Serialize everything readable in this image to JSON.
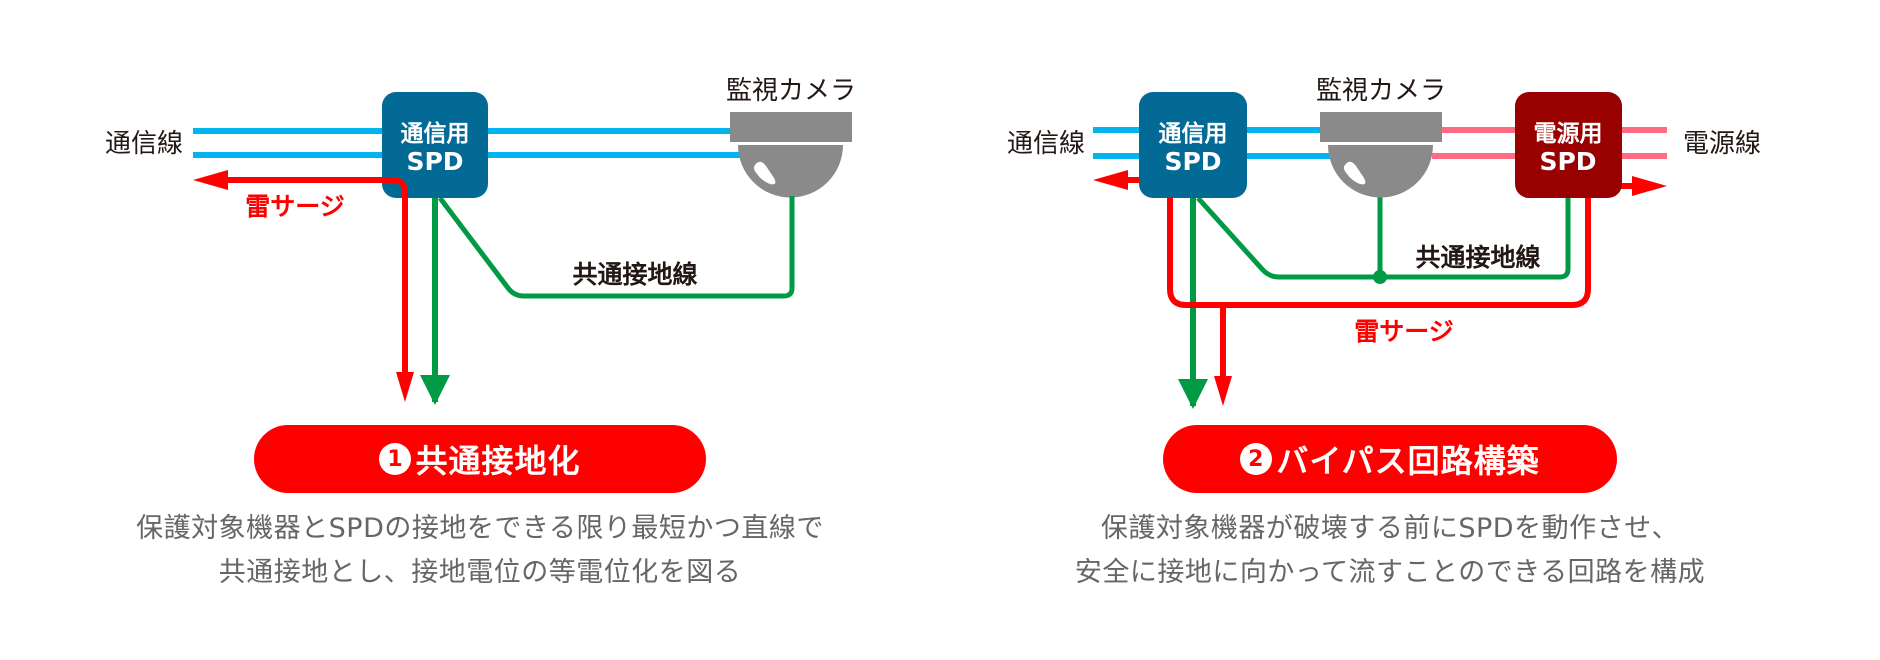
{
  "colors": {
    "comm_spd": "#036a96",
    "power_spd": "#990000",
    "comm_line": "#00b4f0",
    "power_line": "#ff6b82",
    "ground_line": "#009a44",
    "surge": "#ff0000",
    "camera": "#8a8a8a",
    "pill": "#ff0000",
    "desc_text": "#666666",
    "label_text": "#231815"
  },
  "left": {
    "comm_line_label": "通信線",
    "spd_label_line1": "通信用",
    "spd_label_line2": "SPD",
    "camera_label": "監視カメラ",
    "surge_label": "雷サージ",
    "ground_label": "共通接地線",
    "pill_number": "1",
    "pill_title": "共通接地化",
    "desc_line1": "保護対象機器とSPDの接地をできる限り最短かつ直線で",
    "desc_line2": "共通接地とし、接地電位の等電位化を図る"
  },
  "right": {
    "comm_line_label": "通信線",
    "comm_spd_line1": "通信用",
    "comm_spd_line2": "SPD",
    "camera_label": "監視カメラ",
    "power_spd_line1": "電源用",
    "power_spd_line2": "SPD",
    "power_line_label": "電源線",
    "ground_label": "共通接地線",
    "surge_label": "雷サージ",
    "pill_number": "2",
    "pill_title": "バイパス回路構築",
    "desc_line1": "保護対象機器が破壊する前にSPDを動作させ、",
    "desc_line2": "安全に接地に向かって流すことのできる回路を構成"
  }
}
